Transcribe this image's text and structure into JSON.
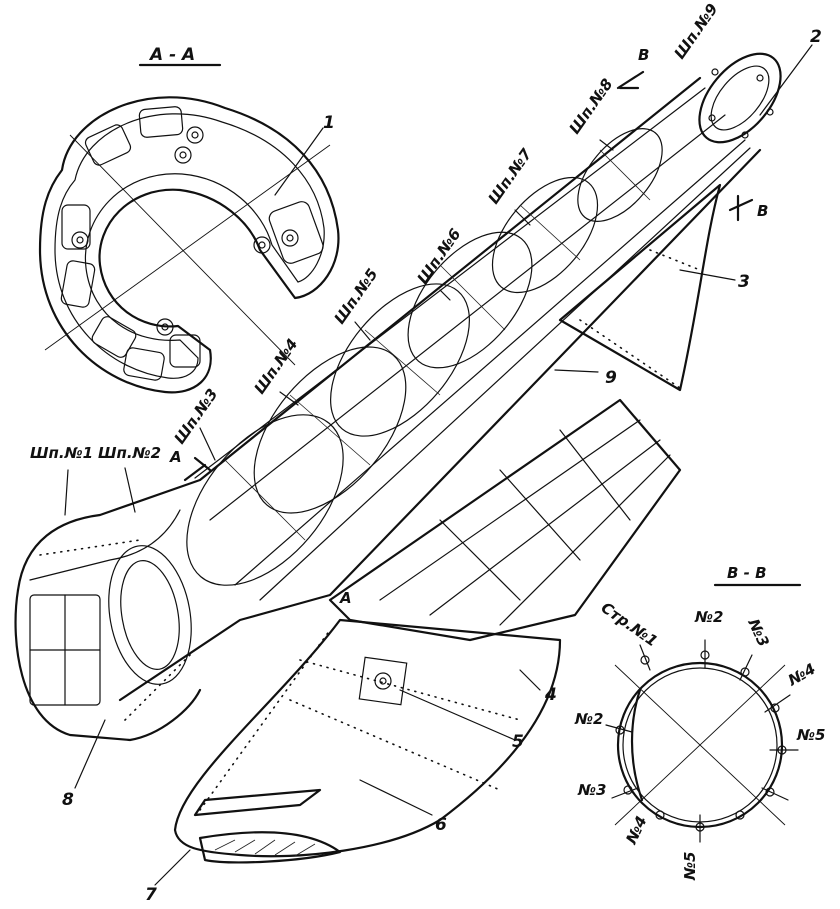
{
  "sections": {
    "aa": "A - A",
    "bb": "B - B",
    "mark_a": "A",
    "mark_b": "B"
  },
  "frames": {
    "f1": "Шп.№1",
    "f2": "Шп.№2",
    "f3": "Шп.№3",
    "f4": "Шп.№4",
    "f5": "Шп.№5",
    "f6": "Шп.№6",
    "f7": "Шп.№7",
    "f8": "Шп.№8",
    "f9": "Шп.№9"
  },
  "callouts": [
    "1",
    "2",
    "3",
    "4",
    "5",
    "6",
    "7",
    "8",
    "9"
  ],
  "bb_section": {
    "spar": "Стр.№1",
    "stringers_right": [
      "№2",
      "№3",
      "№4",
      "№5"
    ],
    "stringers_left": [
      "№2",
      "№3",
      "№4",
      "№5"
    ]
  }
}
